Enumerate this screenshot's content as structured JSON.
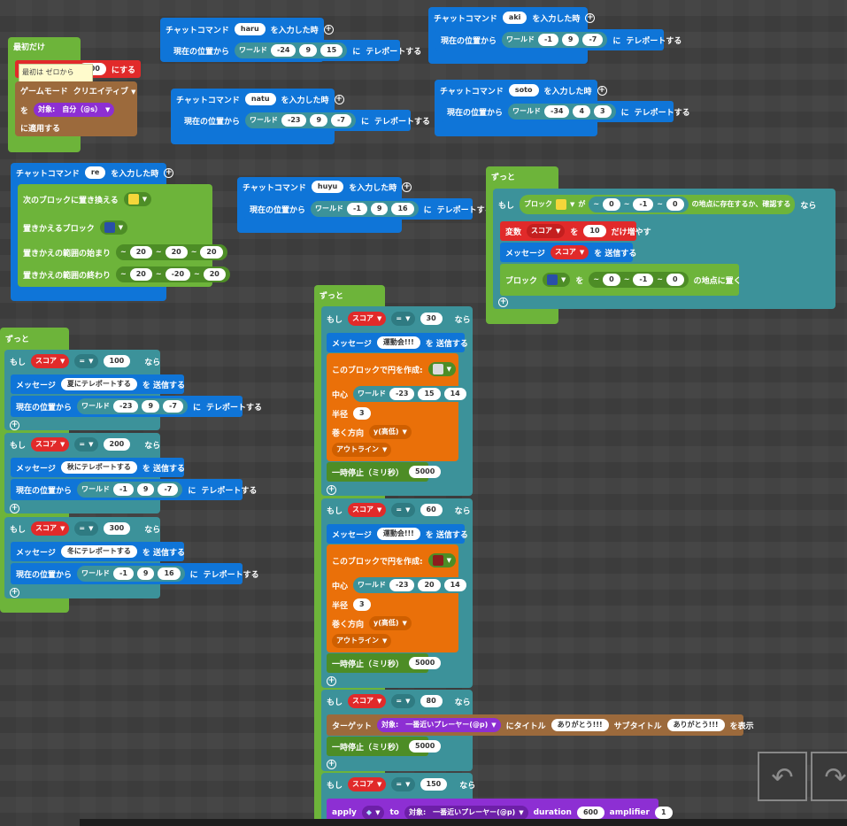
{
  "start_block": {
    "title": "最初だけ",
    "tooltip": "最初は ゼロから",
    "set_value": "300",
    "set_label": "にする",
    "gamemode_label": "ゲームモード",
    "gamemode_value": "クリエイティブ",
    "wo": "を",
    "target": "対象:　自分（@s）",
    "apply": "に適用する"
  },
  "chat_haru": {
    "label": "チャットコマンド",
    "cmd": "haru",
    "suffix": "を入力した時",
    "teleport_label": "現在の位置から",
    "world": "ワールド",
    "x": "-24",
    "y": "9",
    "z": "15",
    "ni": "に",
    "tp": "テレポートする"
  },
  "chat_natu": {
    "label": "チャットコマンド",
    "cmd": "natu",
    "suffix": "を入力した時",
    "teleport_label": "現在の位置から",
    "world": "ワールド",
    "x": "-23",
    "y": "9",
    "z": "-7",
    "ni": "に",
    "tp": "テレポートする"
  },
  "chat_aki": {
    "label": "チャットコマンド",
    "cmd": "aki",
    "suffix": "を入力した時",
    "teleport_label": "現在の位置から",
    "world": "ワールド",
    "x": "-1",
    "y": "9",
    "z": "-7",
    "ni": "に",
    "tp": "テレポートする"
  },
  "chat_soto": {
    "label": "チャットコマンド",
    "cmd": "soto",
    "suffix": "を入力した時",
    "teleport_label": "現在の位置から",
    "world": "ワールド",
    "x": "-34",
    "y": "4",
    "z": "3",
    "ni": "に",
    "tp": "テレポートする"
  },
  "chat_huyu": {
    "label": "チャットコマンド",
    "cmd": "huyu",
    "suffix": "を入力した時",
    "teleport_label": "現在の位置から",
    "world": "ワールド",
    "x": "-1",
    "y": "9",
    "z": "16",
    "ni": "に",
    "tp": "テレポートする"
  },
  "chat_re": {
    "label": "チャットコマンド",
    "cmd": "re",
    "suffix": "を入力した時",
    "replace_label": "次のブロックに置き換える",
    "replace_with": "置きかえるブロック",
    "from_label": "置きかえの範囲の始まり",
    "from": [
      "20",
      "20",
      "20"
    ],
    "to_label": "置きかえの範囲の終わり",
    "to": [
      "20",
      "-20",
      "20"
    ],
    "tilde": "~"
  },
  "forever_right": {
    "title": "ずっと",
    "if": "もし",
    "block": "ブロック",
    "ga": "が",
    "coords": [
      "0",
      "-1",
      "0"
    ],
    "exists": "の地点に存在するか、確認する",
    "nara": "なら",
    "var": "変数",
    "score": "スコア",
    "wo": "を",
    "add": "10",
    "add_label": "だけ増やす",
    "message": "メッセージ",
    "send": "を 送信する",
    "place_coords": [
      "0",
      "-1",
      "0"
    ],
    "place_label": "の地点に置く",
    "tilde": "~"
  },
  "forever_left": {
    "title": "ずっと",
    "if": "もし",
    "score": "スコア",
    "op": "=",
    "nara": "なら",
    "message": "メッセージ",
    "send": "を 送信する",
    "tp_from": "現在の位置から",
    "world": "ワールド",
    "ni": "に",
    "tp": "テレポートする",
    "cases": [
      {
        "value": "100",
        "msg": "夏にテレポートする",
        "x": "-23",
        "y": "9",
        "z": "-7"
      },
      {
        "value": "200",
        "msg": "秋にテレポートする",
        "x": "-1",
        "y": "9",
        "z": "-7"
      },
      {
        "value": "300",
        "msg": "冬にテレポートする",
        "x": "-1",
        "y": "9",
        "z": "16"
      }
    ]
  },
  "forever_center": {
    "title": "ずっと",
    "if": "もし",
    "score": "スコア",
    "op": "=",
    "nara": "なら",
    "message": "メッセージ",
    "send": "を 送信する",
    "msg": "運動会!!!",
    "circle": "このブロックで円を作成:",
    "center": "中心",
    "world": "ワールド",
    "radius_label": "半径",
    "radius": "3",
    "dir_label": "巻く方向",
    "dir": "y(高低)",
    "outline": "アウトライン",
    "pause": "一時停止（ミリ秒）",
    "pause_val": "5000",
    "case1": {
      "value": "30",
      "x": "-23",
      "y": "15",
      "z": "14"
    },
    "case2": {
      "value": "60",
      "x": "-23",
      "y": "20",
      "z": "14"
    },
    "case3": {
      "value": "80",
      "target_label": "ターゲット",
      "target": "対象:　一番近いプレーヤー(@p)",
      "title_label": "にタイトル",
      "title": "ありがとう!!!",
      "subtitle_label": "サブタイトル",
      "subtitle": "ありがとう!!!",
      "show": "を表示"
    },
    "case4": {
      "value": "150",
      "apply": "apply",
      "to": "to",
      "target": "対象:　一番近いプレーヤー(@p)",
      "duration_label": "duration",
      "duration": "600",
      "amplifier_label": "amplifier",
      "amplifier": "1"
    }
  },
  "toolbar": {
    "undo": "↶",
    "redo": "↷"
  },
  "colors": {
    "event": "#0f75d8",
    "loop": "#6db43a",
    "logic": "#3c929a",
    "variable": "#e12a2a",
    "shapes": "#ea7009",
    "player": "#8d2fd3",
    "gameplay": "#9c6a3c"
  }
}
